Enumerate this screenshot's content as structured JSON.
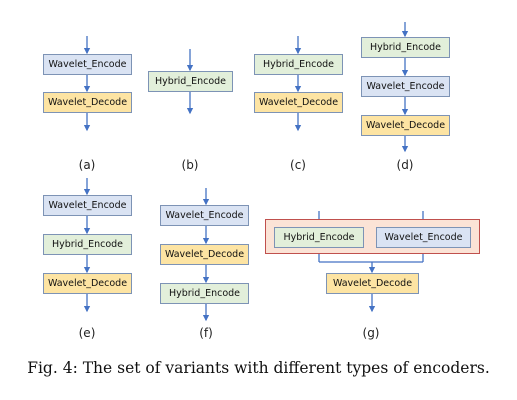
{
  "variants": {
    "a": {
      "label": "(a)",
      "blocks": [
        "Wavelet_Encode",
        "Wavelet_Decode"
      ]
    },
    "b": {
      "label": "(b)",
      "blocks": [
        "Hybrid_Encode"
      ]
    },
    "c": {
      "label": "(c)",
      "blocks": [
        "Hybrid_Encode",
        "Wavelet_Decode"
      ]
    },
    "d": {
      "label": "(d)",
      "blocks": [
        "Hybrid_Encode",
        "Wavelet_Encode",
        "Wavelet_Decode"
      ]
    },
    "e": {
      "label": "(e)",
      "blocks": [
        "Wavelet_Encode",
        "Hybrid_Encode",
        "Wavelet_Decode"
      ]
    },
    "f": {
      "label": "(f)",
      "blocks": [
        "Wavelet_Encode",
        "Wavelet_Decode",
        "Hybrid_Encode"
      ]
    },
    "g": {
      "label": "(g)",
      "blocks": [
        "Hybrid_Encode",
        "Wavelet_Encode",
        "Wavelet_Decode"
      ]
    }
  },
  "caption": "Fig. 4: The set of variants with different types of encoders.",
  "colors": {
    "wavelet_encode_fill": "#dae3f3",
    "hybrid_encode_fill": "#e2efda",
    "wavelet_decode_fill": "#fde4a3",
    "parallel_group_fill": "#fbe3d6",
    "parallel_group_border": "#c0504d",
    "arrow": "#4472c4"
  }
}
